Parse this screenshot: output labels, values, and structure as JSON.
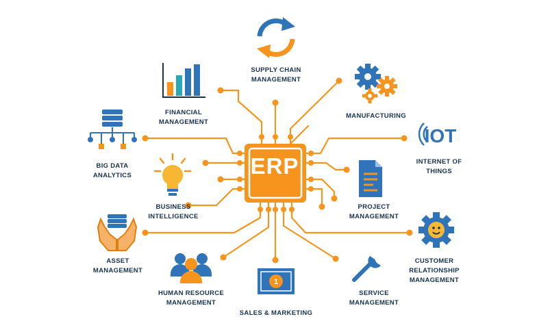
{
  "center": {
    "label": "ERP"
  },
  "modules": {
    "supply_chain": [
      "SUPPLY CHAIN",
      "MANAGEMENT"
    ],
    "financial": [
      "FINANCIAL",
      "MANAGEMENT"
    ],
    "manufacturing": [
      "MANUFACTURING"
    ],
    "big_data": [
      "BIG DATA",
      "ANALYTICS"
    ],
    "iot": [
      "INTERNET OF",
      "THINGS"
    ],
    "business_intelligence": [
      "BUSINESS",
      "INTELLIGENCE"
    ],
    "project": [
      "PROJECT",
      "MANAGEMENT"
    ],
    "asset": [
      "ASSET",
      "MANAGEMENT"
    ],
    "crm": [
      "CUSTOMER",
      "RELATIONSHIP",
      "MANAGEMENT"
    ],
    "hr": [
      "HUMAN RESOURCE",
      "MANAGEMENT"
    ],
    "sales": [
      "SALES & MARKETING"
    ],
    "service": [
      "SERVICE",
      "MANAGEMENT"
    ]
  },
  "icon_text": {
    "iot": "IOT",
    "banknote": "1"
  },
  "colors": {
    "orange": "#f7941d",
    "orange_dark": "#e07f0e",
    "blue": "#2f73b8",
    "navy": "#17324f",
    "teal": "#2aa8b8"
  }
}
